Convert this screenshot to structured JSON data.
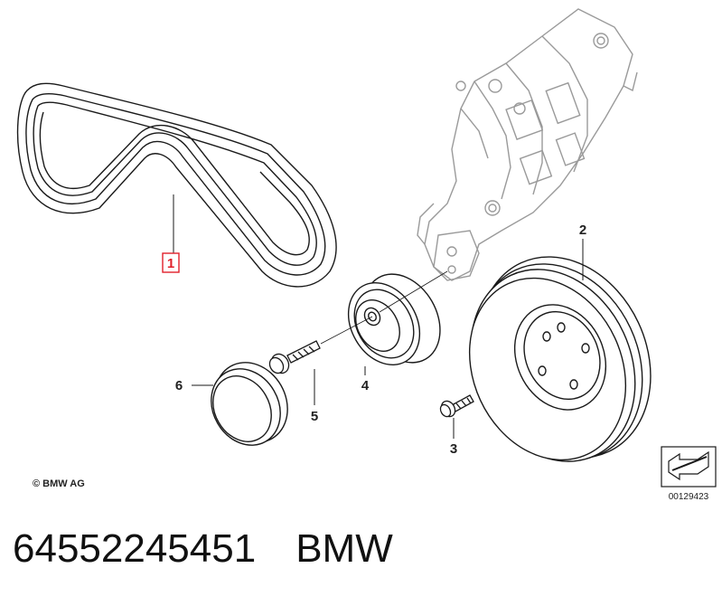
{
  "copyright": "© BMW AG",
  "reference_number": "00129423",
  "callouts": {
    "belt": "1",
    "crankshaft_pulley": "2",
    "pulley_bolt": "3",
    "tensioner_pulley": "4",
    "tensioner_bolt": "5",
    "cover_cap": "6"
  },
  "caption": {
    "part_number": "64552245451",
    "brand": "BMW"
  },
  "colors": {
    "line": "#1a1a1a",
    "bracket_line": "#9a9a9a",
    "highlight": "#e0202a"
  }
}
